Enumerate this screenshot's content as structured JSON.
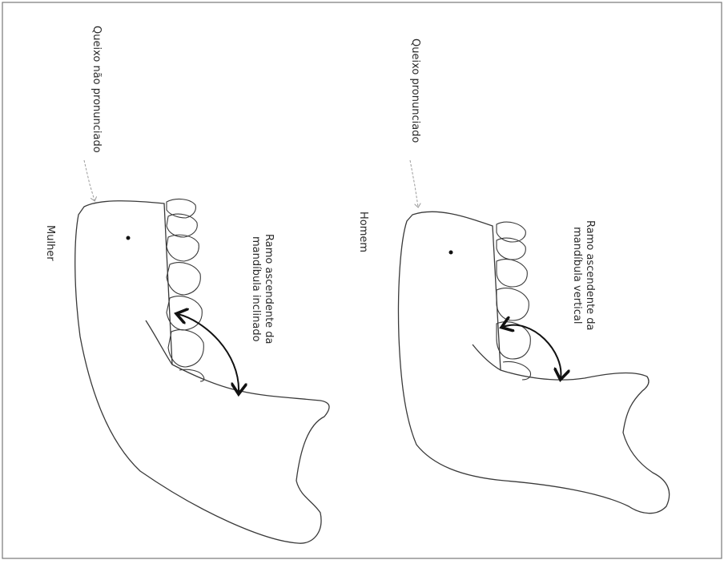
{
  "labels": {
    "woman_chin": "Queixo não pronunciado",
    "man_chin": "Queixo pronunciado",
    "woman_ramus_line1": "Ramo ascendente da",
    "woman_ramus_line2": "mandíbula inclinado",
    "man_ramus_line1": "Ramo ascendente da",
    "man_ramus_line2": "mandíbula vertical",
    "woman": "Mulher",
    "man": "Homem"
  },
  "colors": {
    "outline": "#3a3a3a",
    "arrow": "#111111",
    "leader": "#9a9a9a"
  }
}
